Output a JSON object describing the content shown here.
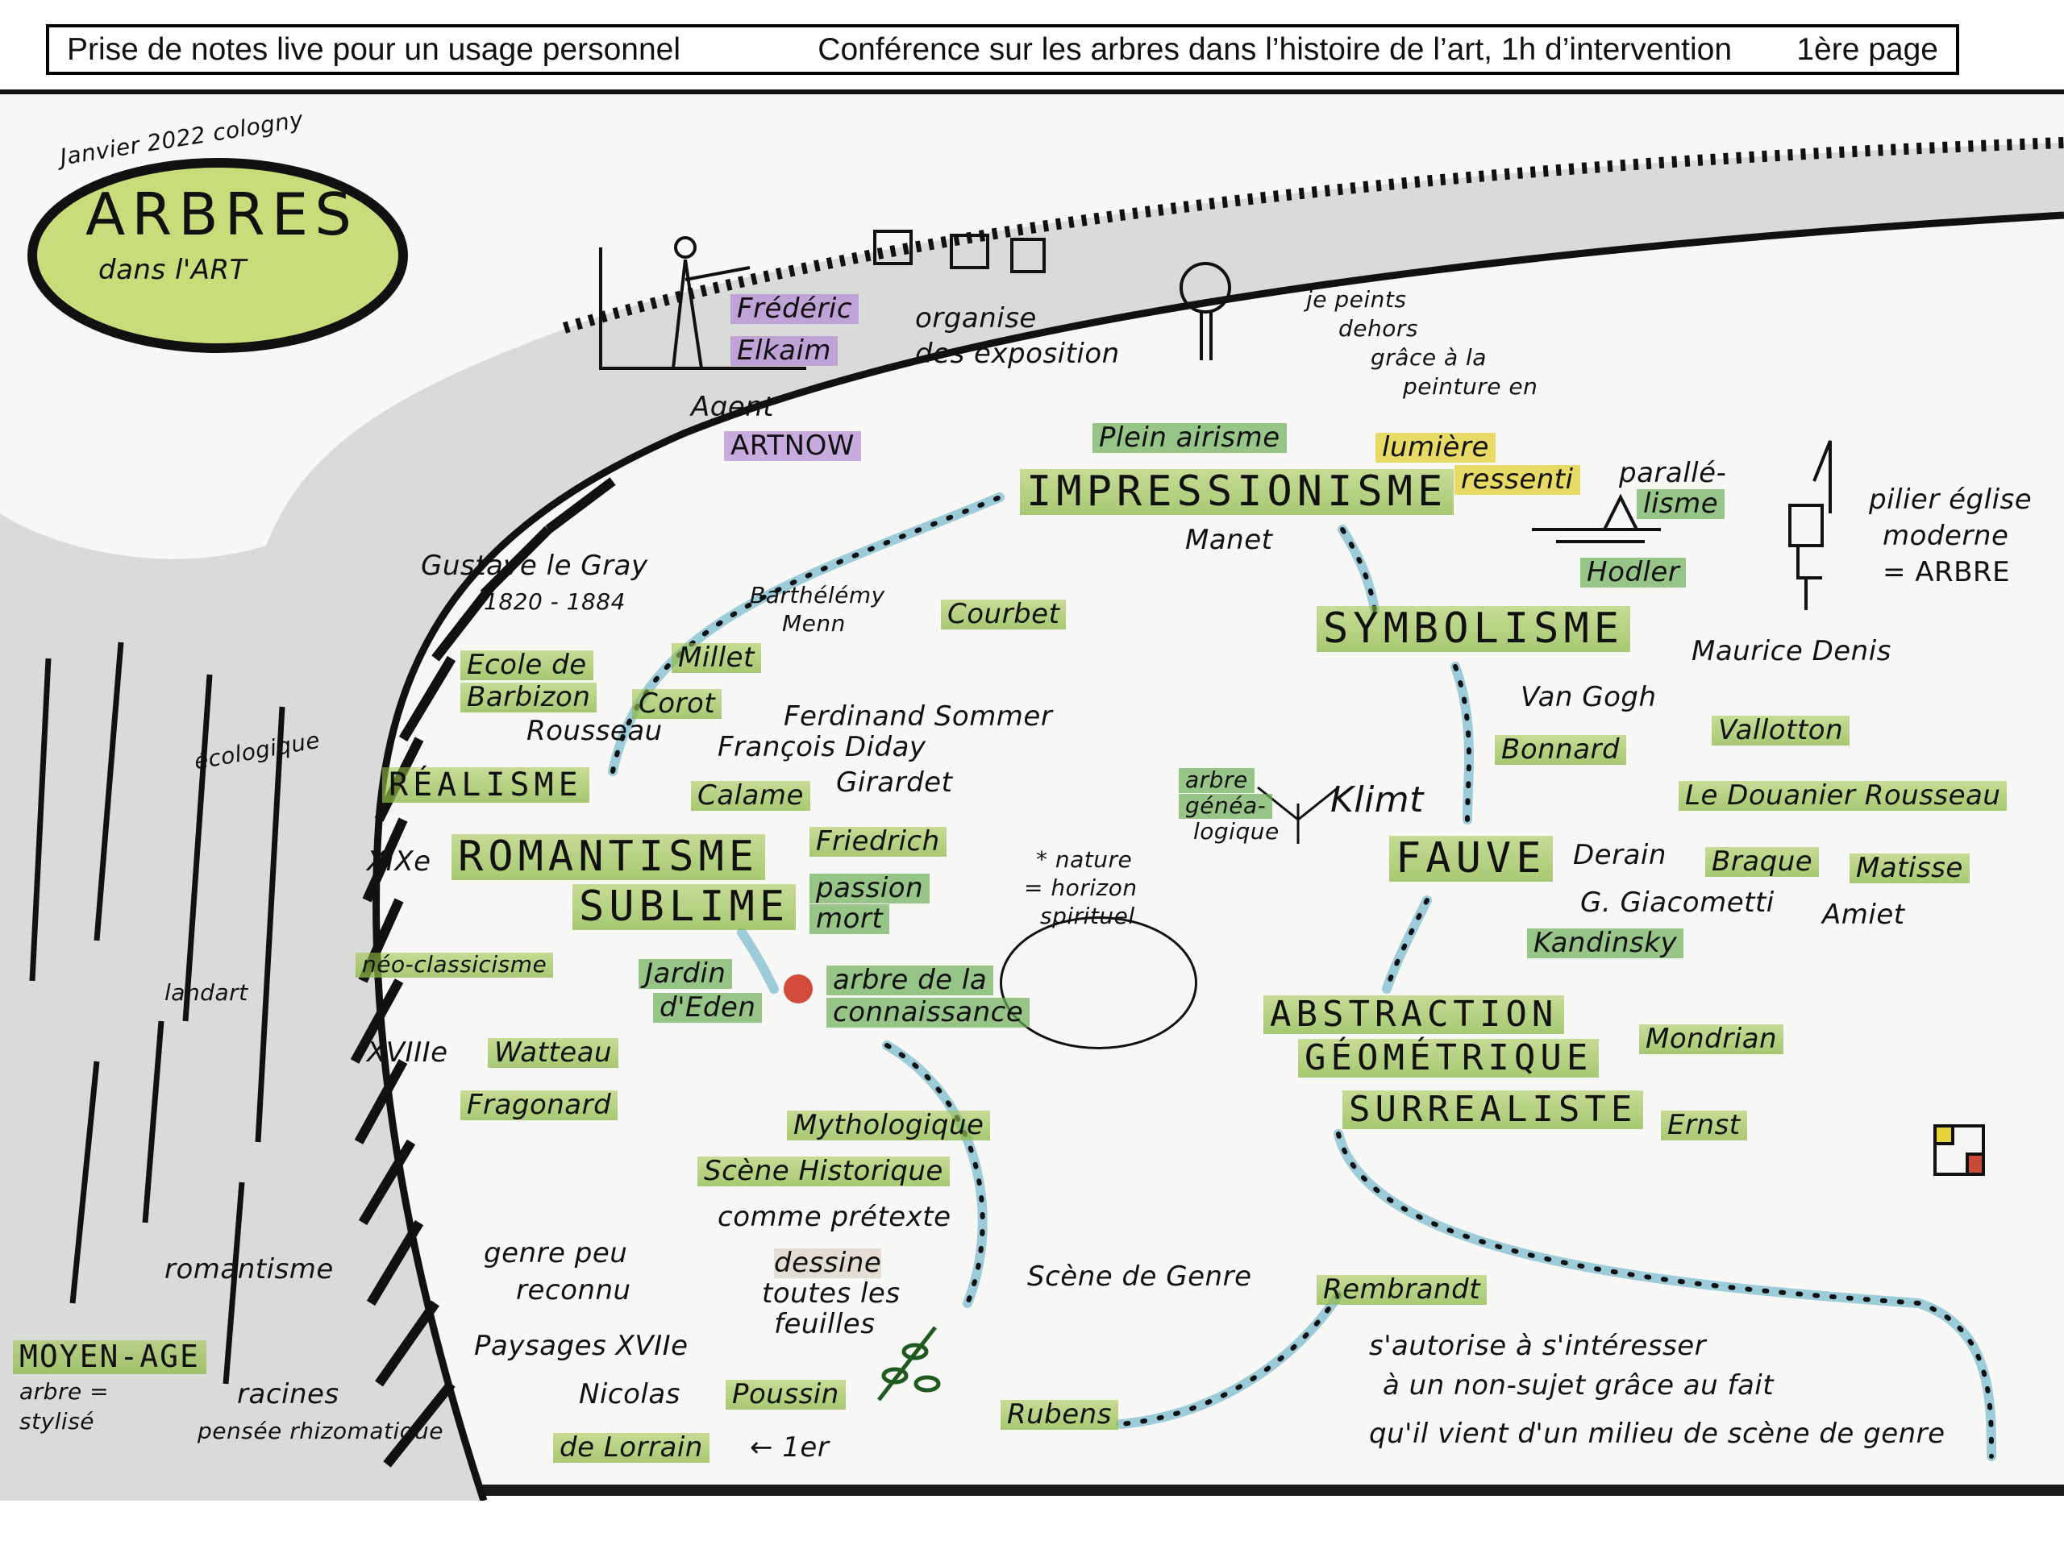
{
  "header": {
    "left": "Prise de notes live pour un usage personnel",
    "center": "Conférence sur les arbres dans l’histoire de l’art, 1h d’intervention",
    "right": "1ère page"
  },
  "meta": {
    "date_place": "Janvier 2022 cologny"
  },
  "title": {
    "main": "ARBRES",
    "sub": "dans l'ART"
  },
  "speaker": {
    "name1": "Frédéric",
    "name2": "Elkaim",
    "role": "Agent",
    "company": "ARTNOW",
    "organise1": "organise",
    "organise2": "des exposition"
  },
  "plein_air": {
    "note1": "je peints",
    "note2": "dehors",
    "note3": "grâce à la",
    "note4": "peinture en",
    "plein_airisme": "Plein airisme",
    "lumiere": "lumière",
    "ressenti": "ressenti"
  },
  "movements": {
    "impressionisme": "IMPRESSIONISME",
    "symbolisme": "SYMBOLISME",
    "realisme": "RÉALISME",
    "romantisme": "ROMANTISME",
    "sublime": "SUBLIME",
    "fauve": "FAUVE",
    "abstraction": "ABSTRACTION",
    "geometrique": "GÉOMÉTRIQUE",
    "surrealiste": "SURREALISTE",
    "moyen_age": "MOYEN-AGE",
    "neo_classicisme": "néo-classicisme"
  },
  "artists": {
    "manet": "Manet",
    "hodler": "Hodler",
    "parallelisme1": "parallé-",
    "parallelisme2": "lisme",
    "pilier1": "pilier église",
    "pilier2": "moderne",
    "pilier3": "= ARBRE",
    "maurice_denis": "Maurice Denis",
    "gustave": "Gustave le Gray",
    "gustave_dates": "1820 - 1884",
    "menn1": "Barthélémy",
    "menn2": "Menn",
    "courbet": "Courbet",
    "barbizon1": "Ecole de",
    "barbizon2": "Barbizon",
    "millet": "Millet",
    "corot": "Corot",
    "sommer": "Ferdinand Sommer",
    "diday": "François Diday",
    "girardet": "Girardet",
    "rousseau": "Rousseau",
    "calame": "Calame",
    "van_gogh": "Van Gogh",
    "bonnard": "Bonnard",
    "vallotton": "Vallotton",
    "douanier": "Le Douanier Rousseau",
    "klimt": "Klimt",
    "friedrich": "Friedrich",
    "derain": "Derain",
    "braque": "Braque",
    "matisse": "Matisse",
    "giacometti": "G. Giacometti",
    "amiet": "Amiet",
    "kandinsky": "Kandinsky",
    "watteau": "Watteau",
    "fragonard": "Fragonard",
    "mondrian": "Mondrian",
    "ernst": "Ernst",
    "rembrandt": "Rembrandt",
    "rubens": "Rubens",
    "poussin1": "Nicolas",
    "poussin2": "Poussin",
    "lorrain": "de Lorrain",
    "premier": "← 1er"
  },
  "notes": {
    "ecologique": "écologique",
    "genealogique1": "arbre",
    "genealogique2": "généa-",
    "genealogique3": "logique",
    "xix": "XIXe",
    "xviii": "XVIIIe",
    "passion1": "passion",
    "passion2": "mort",
    "nature1": "* nature",
    "nature2": "= horizon",
    "nature3": "spirituel",
    "landart": "landart",
    "jardin1": "Jardin",
    "jardin2": "d'Eden",
    "connaissance1": "arbre de la",
    "connaissance2": "connaissance",
    "mythologique": "Mythologique",
    "scene_historique": "Scène Historique",
    "pretexte": "comme prétexte",
    "genre_peu": "genre peu",
    "reconnu": "reconnu",
    "dessine1": "dessine",
    "dessine2": "toutes les",
    "dessine3": "feuilles",
    "romantisme_small": "romantisme",
    "scene_genre": "Scène de Genre",
    "autorise1": "s'autorise à s'intéresser",
    "autorise2": "à un non-sujet grâce au fait",
    "autorise3": "qu'il vient d'un milieu de scène de genre",
    "paysages": "Paysages XVIIe",
    "arbre_stylise1": "arbre =",
    "arbre_stylise2": "stylisé",
    "racines": "racines",
    "rhizomatique": "pensée rhizomatique"
  },
  "colors": {
    "green": "#a8c84a",
    "dark_green": "#6fb05a",
    "yellow": "#e2cd2a",
    "purple": "#b48cd7",
    "blue_arrow": "#8cc3d4"
  }
}
